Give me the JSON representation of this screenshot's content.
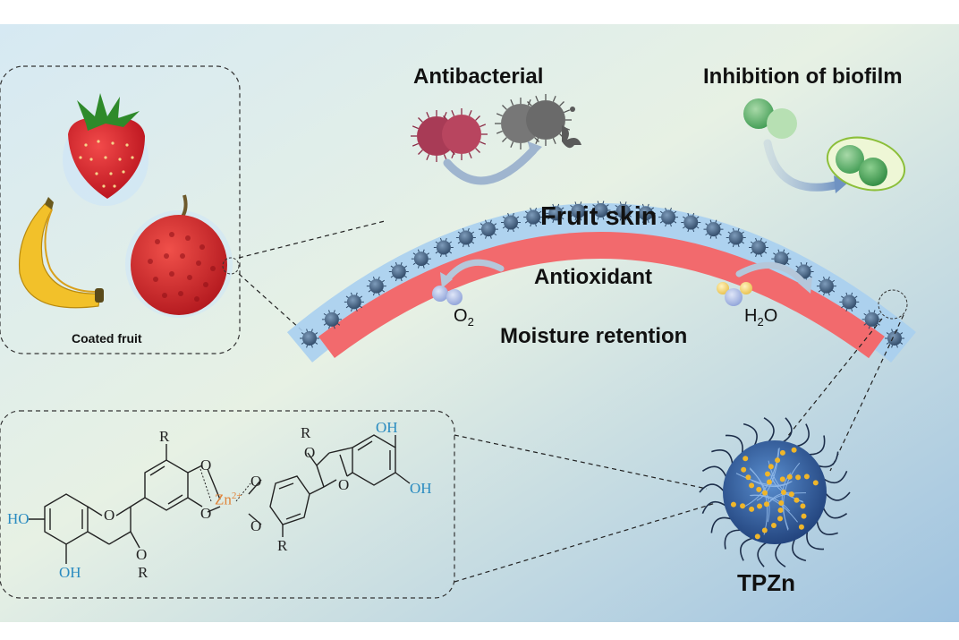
{
  "labels": {
    "antibacterial": "Antibacterial",
    "inhibition": "Inhibition of biofilm",
    "fruit_skin": "Fruit skin",
    "antioxidant": "Antioxidant",
    "moisture": "Moisture retention",
    "o2": "O",
    "o2_sub": "2",
    "h2o_h": "H",
    "h2o_sub": "2",
    "h2o_o": "O",
    "coated_fruit": "Coated fruit",
    "tpzn": "TPZn"
  },
  "structure": {
    "ho_left": "HO",
    "oh_bottom": "OH",
    "o_ring_left": "O",
    "o_bottom_left": "O",
    "r_bottom_left": "R",
    "r_top_left": "R",
    "o_cat_upper_left": "O",
    "o_cat_lower_left": "O",
    "zn": "Zn",
    "zn_charge": "2+",
    "o_cat_upper_right": "O",
    "o_cat_lower_right": "O",
    "r_bottom_right": "R",
    "o_ring_right": "O",
    "r_top_right": "R",
    "o_top_right": "O",
    "oh_top": "OH",
    "oh_right": "OH"
  },
  "colors": {
    "fruit_skin": "#f26a6d",
    "coating": "#a9cff0",
    "nanoparticle": "#3f5d7d",
    "bacteria_live": "#a83b56",
    "bacteria_dead": "#6f6f6f",
    "biofilm": "#62b56b",
    "zn_label": "#e0843a",
    "oh_label": "#2a8bc0"
  }
}
